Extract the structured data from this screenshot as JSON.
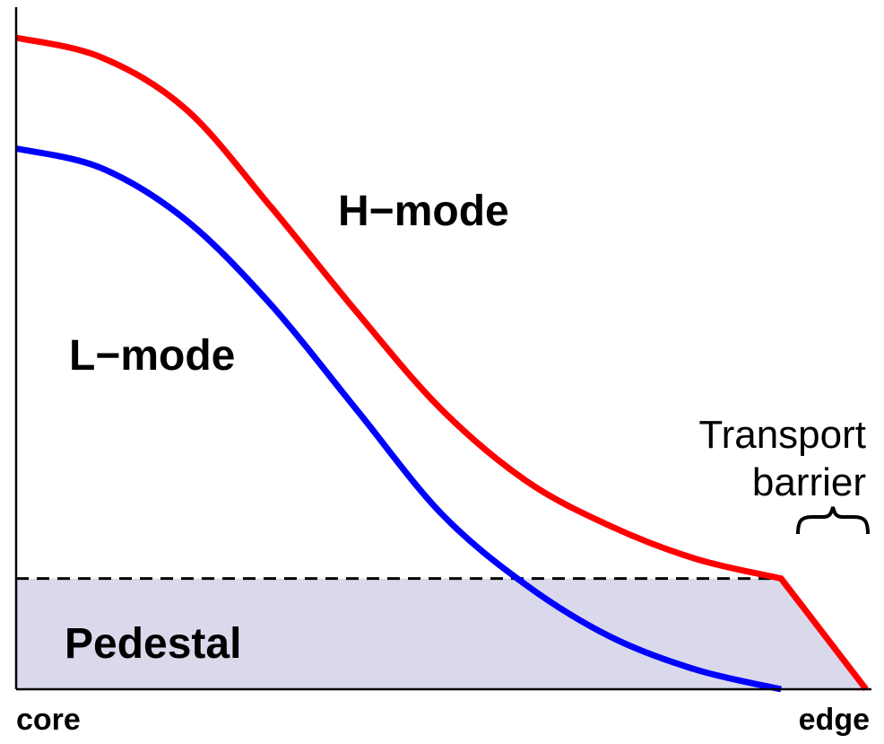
{
  "chart_data": {
    "type": "line",
    "title": "",
    "xlabel": "",
    "ylabel": "",
    "x_tick_labels": {
      "start": "core",
      "end": "edge"
    },
    "x": [
      0.0,
      0.1,
      0.2,
      0.3,
      0.4,
      0.5,
      0.6,
      0.7,
      0.8,
      0.9,
      1.0
    ],
    "series": [
      {
        "name": "H−mode",
        "color": "#ff0000",
        "points": [
          [
            0.0,
            1.0
          ],
          [
            0.1,
            0.97
          ],
          [
            0.2,
            0.89
          ],
          [
            0.3,
            0.74
          ],
          [
            0.4,
            0.58
          ],
          [
            0.5,
            0.43
          ],
          [
            0.6,
            0.32
          ],
          [
            0.7,
            0.25
          ],
          [
            0.8,
            0.2
          ],
          [
            0.9,
            0.17
          ],
          [
            1.0,
            0.0
          ]
        ]
      },
      {
        "name": "L−mode",
        "color": "#0000ff",
        "points": [
          [
            0.0,
            0.83
          ],
          [
            0.1,
            0.8
          ],
          [
            0.2,
            0.72
          ],
          [
            0.3,
            0.59
          ],
          [
            0.4,
            0.43
          ],
          [
            0.5,
            0.27
          ],
          [
            0.6,
            0.16
          ],
          [
            0.7,
            0.08
          ],
          [
            0.8,
            0.03
          ],
          [
            0.9,
            0.0
          ]
        ]
      }
    ],
    "pedestal": {
      "label": "Pedestal",
      "level": 0.17,
      "x_end": 0.9,
      "fill_color": "#dad9ec",
      "line_style": "dashed"
    },
    "annotation": {
      "line1": "Transport",
      "line2": "barrier",
      "x_range": [
        0.9,
        1.0
      ],
      "symbol": "brace"
    },
    "xlim": [
      0,
      1
    ],
    "ylim": [
      0,
      1
    ],
    "grid": false,
    "legend": "none (series labeled inline)"
  }
}
